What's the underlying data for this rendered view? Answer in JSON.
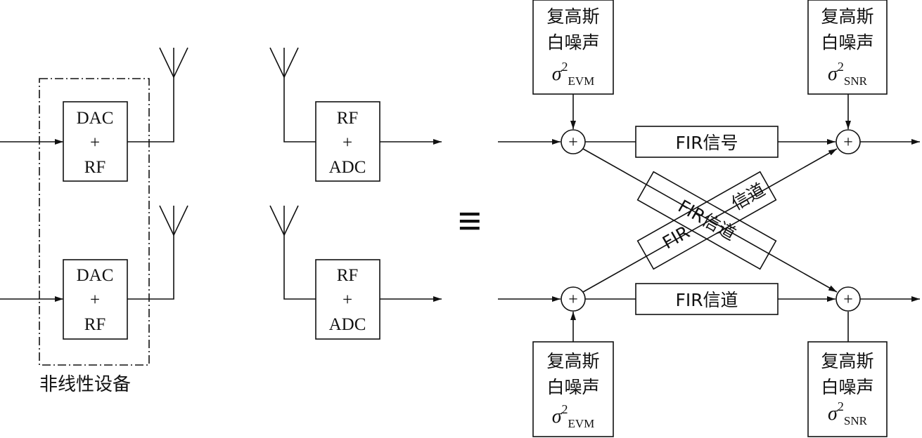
{
  "left": {
    "tx_top": {
      "line1": "DAC",
      "line2": "+",
      "line3": "RF"
    },
    "tx_bottom": {
      "line1": "DAC",
      "line2": "+",
      "line3": "RF"
    },
    "rx_top": {
      "line1": "RF",
      "line2": "+",
      "line3": "ADC"
    },
    "rx_bottom": {
      "line1": "RF",
      "line2": "+",
      "line3": "ADC"
    },
    "nonlinear_label": "非线性设备"
  },
  "equiv_sign": "≡",
  "right": {
    "noise_top_left": {
      "line1": "复高斯",
      "line2": "白噪声",
      "sigma": "σ",
      "exp": "2",
      "sub": "EVM"
    },
    "noise_top_right": {
      "line1": "复高斯",
      "line2": "白噪声",
      "sigma": "σ",
      "exp": "2",
      "sub": "SNR"
    },
    "noise_bottom_left": {
      "line1": "复高斯",
      "line2": "白噪声",
      "sigma": "σ",
      "exp": "2",
      "sub": "EVM"
    },
    "noise_bottom_right": {
      "line1": "复高斯",
      "line2": "白噪声",
      "sigma": "σ",
      "exp": "2",
      "sub": "SNR"
    },
    "fir_top": "FIR信号",
    "fir_bottom": "FIR信道",
    "fir_diag_down": "FIR信道",
    "fir_diag_up_part1": "FIR",
    "fir_diag_up_part2": "信道",
    "adder_symbol": "+"
  }
}
